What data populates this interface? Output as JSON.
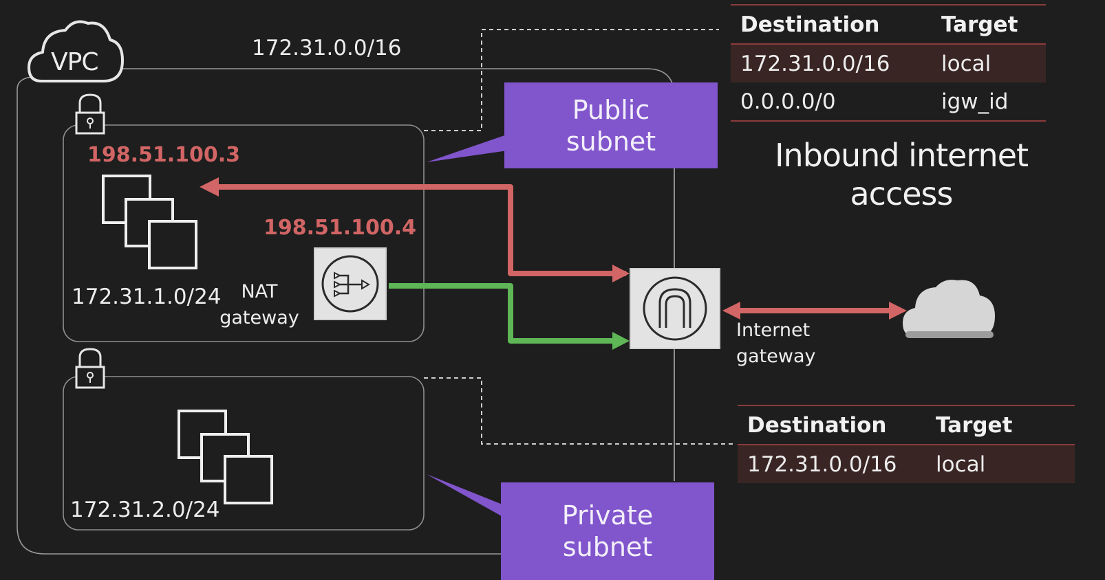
{
  "vpc": {
    "label": "VPC",
    "cidr": "172.31.0.0/16"
  },
  "public_subnet": {
    "callout": "Public subnet",
    "cidr": "172.31.1.0/24",
    "instances_ip": "198.51.100.3",
    "nat_ip": "198.51.100.4",
    "nat_label": "NAT gateway"
  },
  "private_subnet": {
    "callout": "Private subnet",
    "cidr": "172.31.2.0/24"
  },
  "internet_gateway": {
    "label": "Internet gateway"
  },
  "heading": "Inbound internet access",
  "public_route_table": {
    "headers": [
      "Destination",
      "Target"
    ],
    "rows": [
      [
        "172.31.0.0/16",
        "local"
      ],
      [
        "0.0.0.0/0",
        "igw_id"
      ]
    ]
  },
  "private_route_table": {
    "headers": [
      "Destination",
      "Target"
    ],
    "rows": [
      [
        "172.31.0.0/16",
        "local"
      ]
    ]
  },
  "colors": {
    "background": "#1e1e1e",
    "inbound_arrow": "#d26565",
    "nat_arrow": "#5fb656",
    "callout": "#8155cc",
    "route_rule": "#8c3b3b",
    "highlight_row": "#3a2525"
  }
}
